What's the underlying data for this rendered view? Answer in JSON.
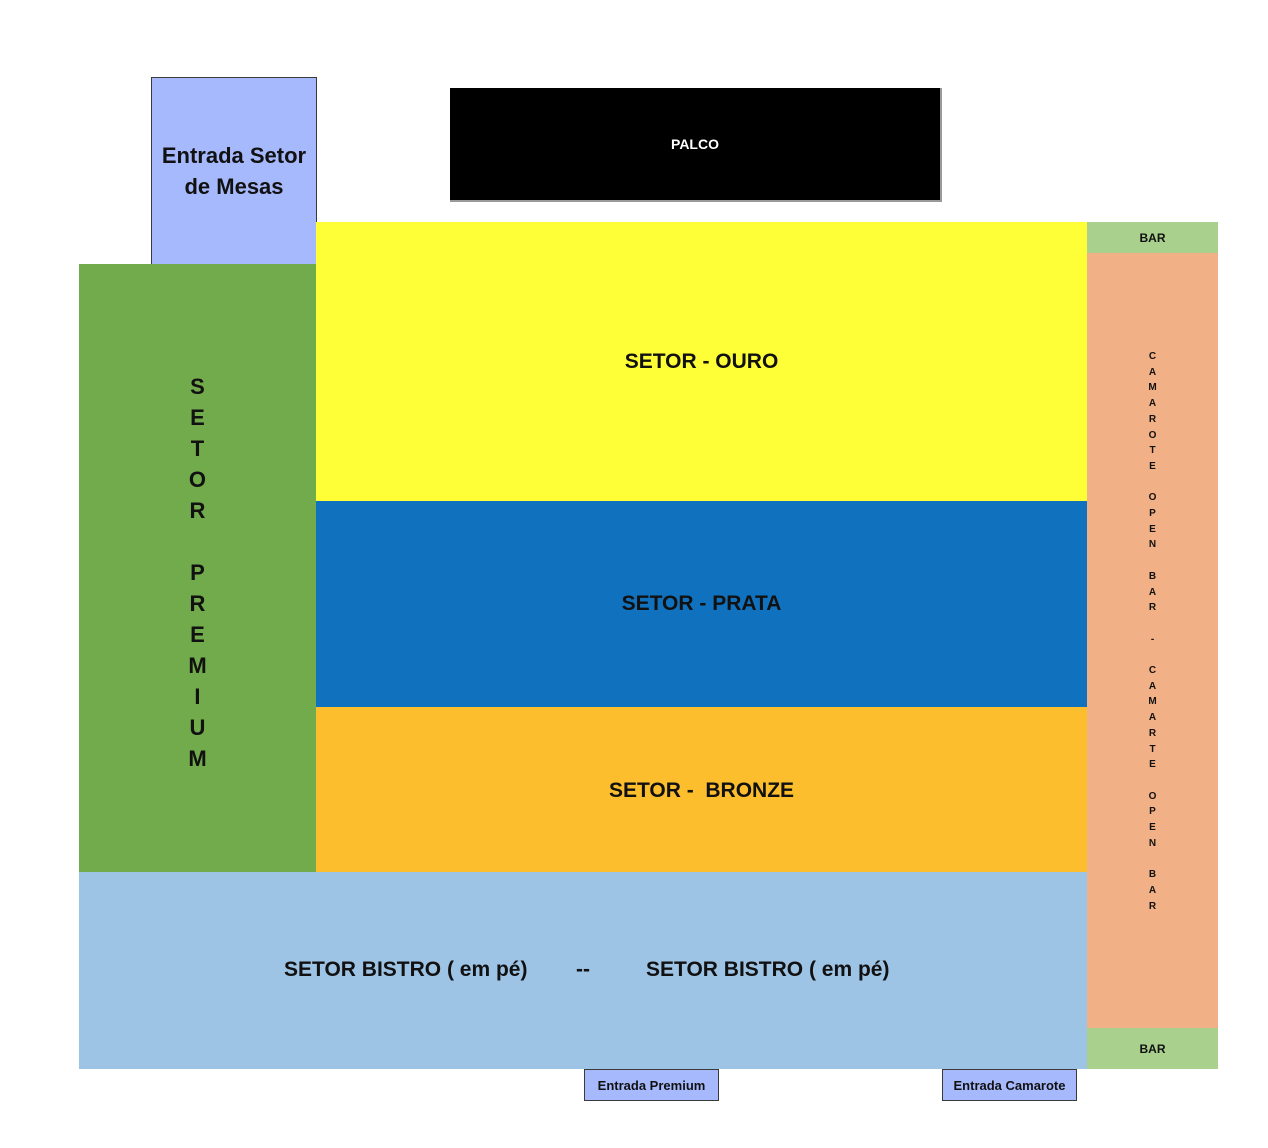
{
  "entrada_mesas": {
    "label": "Entrada Setor de Mesas",
    "color": "#a7b9fd"
  },
  "palco": {
    "label": "PALCO",
    "color": "#000000"
  },
  "setor_premium": {
    "label": "S\nE\nT\nO\nR\n\nP\nR\nE\nM\nI\nU\nM",
    "color": "#72ab4b"
  },
  "setor_ouro": {
    "label": "SETOR - OURO",
    "color": "#feff37"
  },
  "setor_prata": {
    "label": "SETOR - PRATA",
    "color": "#1072bf"
  },
  "setor_bronze": {
    "label": "SETOR -  BRONZE",
    "color": "#fcbe2c"
  },
  "setor_bistro": {
    "label_left": "SETOR BISTRO ( em pé)",
    "separator": "--",
    "label_right": "SETOR BISTRO ( em pé)",
    "color": "#9dc3e5"
  },
  "bar_top": {
    "label": "BAR",
    "color": "#a9d18d"
  },
  "camarote": {
    "label": "C\nA\nM\nA\nR\nO\nT\nE\n\nO\nP\nE\nN\n\nB\nA\nR\n\n-\n\nC\nA\nM\nA\nR\nT\nE\n\nO\nP\nE\nN\n\nB\nA\nR",
    "color": "#f1b085"
  },
  "bar_bottom": {
    "label": "BAR",
    "color": "#a9d18d"
  },
  "entrada_premium": {
    "label": "Entrada Premium",
    "color": "#a7b9fd"
  },
  "entrada_camarote": {
    "label": "Entrada Camarote",
    "color": "#a7b9fd"
  }
}
